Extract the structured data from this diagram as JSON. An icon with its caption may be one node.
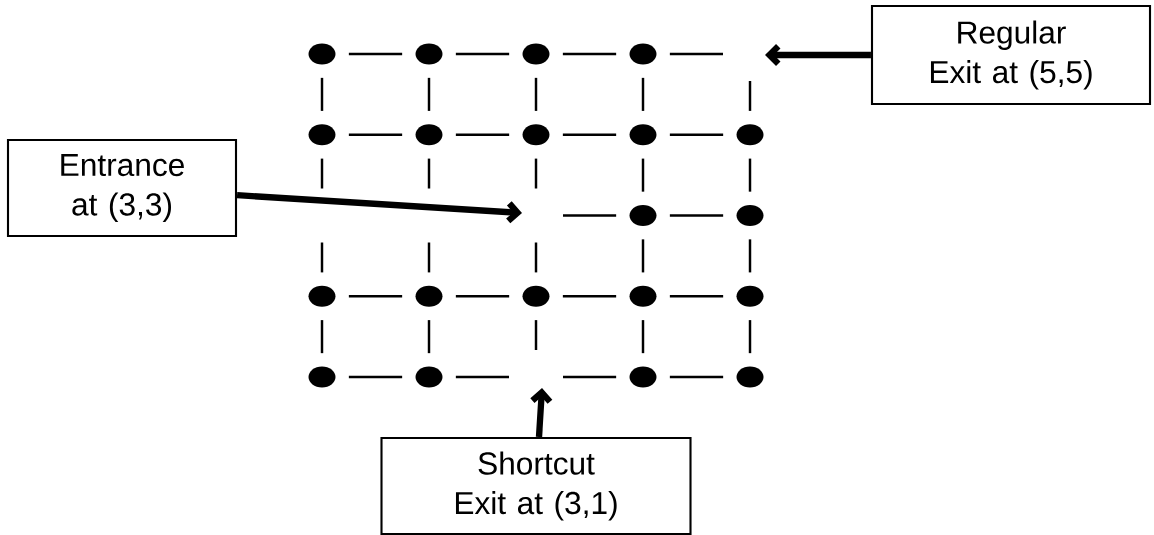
{
  "diagram": {
    "nodes": [
      {
        "text": [
          "Regular Exit at (5,5)"
        ]
      },
      {
        "text": [
          "Entrance at (3,3)"
        ]
      },
      {
        "text": [
          "Shortcut Exit at (3,1)"
        ]
      },
      {
        "text": [],
        "shape": "circle"
      },
      {
        "text": [],
        "shape": "circle"
      },
      {
        "text": [],
        "shape": "circle"
      },
      {
        "text": [],
        "shape": "circle"
      },
      {
        "text": [],
        "shape": "circle"
      },
      {
        "text": [],
        "shape": "circle"
      },
      {
        "text": [],
        "shape": "circle"
      },
      {
        "text": [],
        "shape": "circle"
      },
      {
        "text": [],
        "shape": "circle"
      },
      {
        "text": [],
        "shape": "circle"
      },
      {
        "text": [],
        "shape": "circle"
      },
      {
        "text": [],
        "shape": "circle"
      },
      {
        "text": [],
        "shape": "circle"
      },
      {
        "text": [],
        "shape": "circle"
      },
      {
        "text": [],
        "shape": "circle"
      },
      {
        "text": [],
        "shape": "circle"
      },
      {
        "text": [],
        "shape": "circle"
      },
      {
        "text": [],
        "shape": "circle"
      },
      {
        "text": [],
        "shape": "circle"
      },
      {
        "text": [],
        "shape": "circle"
      }
    ],
    "edges": [
      {
        "from": 0,
        "to": null,
        "arrow": "to",
        "style": "thick"
      },
      {
        "from": 1,
        "to": null,
        "arrow": "to",
        "style": "thick"
      },
      {
        "from": 2,
        "to": null,
        "arrow": "to",
        "style": "thick"
      },
      {
        "from": 3,
        "to": 4,
        "arrow": "none"
      },
      {
        "from": 4,
        "to": 5,
        "arrow": "none"
      },
      {
        "from": 5,
        "to": 6,
        "arrow": "none"
      },
      {
        "from": 6,
        "to": null,
        "arrow": "none"
      },
      {
        "from": 3,
        "to": 7,
        "arrow": "none"
      },
      {
        "from": 4,
        "to": 8,
        "arrow": "none"
      },
      {
        "from": 5,
        "to": 9,
        "arrow": "none"
      },
      {
        "from": 6,
        "to": 10,
        "arrow": "none"
      },
      {
        "from": null,
        "to": 11,
        "arrow": "none"
      },
      {
        "from": 7,
        "to": 8,
        "arrow": "none"
      },
      {
        "from": 8,
        "to": 9,
        "arrow": "none"
      },
      {
        "from": 9,
        "to": 10,
        "arrow": "none"
      },
      {
        "from": 10,
        "to": 11,
        "arrow": "none"
      },
      {
        "from": 7,
        "to": null,
        "arrow": "none"
      },
      {
        "from": 8,
        "to": null,
        "arrow": "none"
      },
      {
        "from": 9,
        "to": null,
        "arrow": "none"
      },
      {
        "from": 10,
        "to": 12,
        "arrow": "none"
      },
      {
        "from": 11,
        "to": 13,
        "arrow": "none"
      },
      {
        "from": null,
        "to": 12,
        "arrow": "none"
      },
      {
        "from": 12,
        "to": 13,
        "arrow": "none"
      },
      {
        "from": null,
        "to": 14,
        "arrow": "none"
      },
      {
        "from": null,
        "to": 15,
        "arrow": "none"
      },
      {
        "from": null,
        "to": 16,
        "arrow": "none"
      },
      {
        "from": 12,
        "to": 17,
        "arrow": "none"
      },
      {
        "from": 13,
        "to": 18,
        "arrow": "none"
      },
      {
        "from": 14,
        "to": 15,
        "arrow": "none"
      },
      {
        "from": 15,
        "to": 16,
        "arrow": "none"
      },
      {
        "from": 16,
        "to": 17,
        "arrow": "none"
      },
      {
        "from": 17,
        "to": 18,
        "arrow": "none"
      },
      {
        "from": 14,
        "to": 19,
        "arrow": "none"
      },
      {
        "from": 15,
        "to": 20,
        "arrow": "none"
      },
      {
        "from": 16,
        "to": null,
        "arrow": "none"
      },
      {
        "from": 17,
        "to": 21,
        "arrow": "none"
      },
      {
        "from": 18,
        "to": 22,
        "arrow": "none"
      },
      {
        "from": 19,
        "to": 20,
        "arrow": "none"
      },
      {
        "from": 20,
        "to": null,
        "arrow": "none"
      },
      {
        "from": null,
        "to": 21,
        "arrow": "none"
      },
      {
        "from": 21,
        "to": 22,
        "arrow": "none"
      }
    ]
  }
}
